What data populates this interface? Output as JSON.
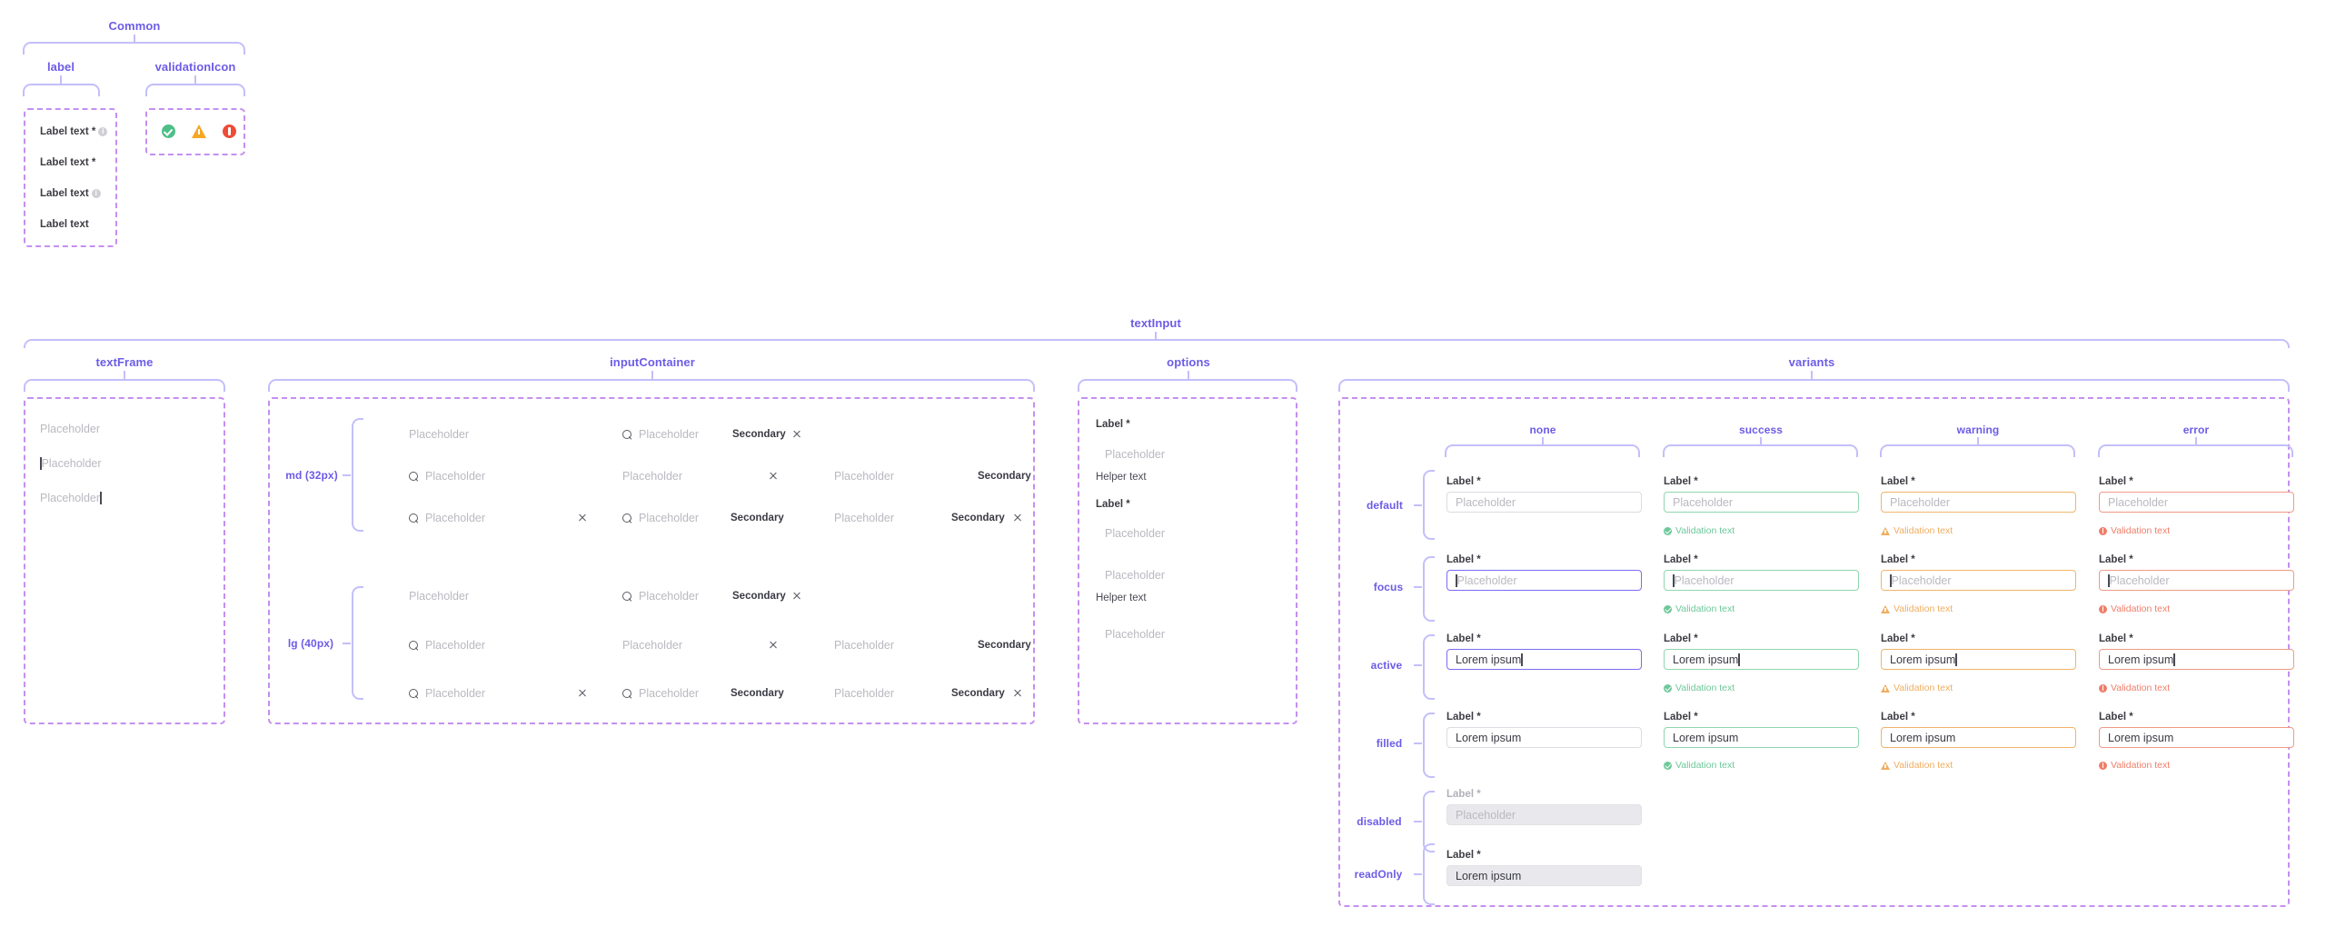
{
  "common": {
    "title": "Common",
    "groups": [
      {
        "title": "label"
      },
      {
        "title": "validationIcon"
      }
    ],
    "label_samples": [
      {
        "text": "Label text *",
        "info": true
      },
      {
        "text": "Label text *",
        "info": false
      },
      {
        "text": "Label text",
        "info": true
      },
      {
        "text": "Label text",
        "info": false
      }
    ],
    "validation_icons": [
      {
        "name": "success-check-icon",
        "color": "#4cbf87"
      },
      {
        "name": "warning-triangle-icon",
        "color": "#f5a623"
      },
      {
        "name": "error-exclamation-icon",
        "color": "#ef4b35"
      }
    ],
    "info_glyph": "i"
  },
  "textInput": {
    "title": "textInput",
    "sections": {
      "textFrame": {
        "title": "textFrame",
        "samples": [
          {
            "text": "Placeholder",
            "caret": "none"
          },
          {
            "text": "Placeholder",
            "caret": "before"
          },
          {
            "text": "Placeholder",
            "caret": "after"
          }
        ]
      },
      "inputContainer": {
        "title": "inputContainer",
        "sizes": [
          {
            "label": "md (32px)"
          },
          {
            "label": "lg (40px)"
          }
        ],
        "placeholder": "Placeholder",
        "secondary_label": "Secondary",
        "rows": [
          [
            {
              "search": false,
              "text": "Placeholder",
              "secondary": "",
              "clear": false
            },
            {
              "search": true,
              "text": "Placeholder",
              "secondary": "Secondary",
              "clear": true
            },
            {
              "search": false,
              "text": "",
              "secondary": "",
              "clear": false
            },
            {
              "search": false,
              "text": "",
              "secondary": "",
              "clear": false
            }
          ],
          [
            {
              "search": true,
              "text": "Placeholder",
              "secondary": "",
              "clear": false
            },
            {
              "search": false,
              "text": "Placeholder",
              "secondary": "",
              "clear": true
            },
            {
              "search": false,
              "text": "Placeholder",
              "secondary": "Secondary",
              "clear": false
            },
            {
              "search": false,
              "text": "",
              "secondary": "",
              "clear": false
            }
          ],
          [
            {
              "search": true,
              "text": "Placeholder",
              "secondary": "",
              "clear": true
            },
            {
              "search": true,
              "text": "Placeholder",
              "secondary": "Secondary",
              "clear": false
            },
            {
              "search": false,
              "text": "Placeholder",
              "secondary": "Secondary",
              "clear": true
            },
            {
              "search": false,
              "text": "",
              "secondary": "",
              "clear": false
            }
          ]
        ]
      },
      "options": {
        "title": "options",
        "items": [
          {
            "label": "Label *",
            "placeholder": "Placeholder",
            "helper": "Helper text"
          },
          {
            "label": "Label *",
            "placeholder": "Placeholder",
            "helper": ""
          },
          {
            "label": "",
            "placeholder": "Placeholder",
            "helper": "Helper text"
          },
          {
            "label": "",
            "placeholder": "Placeholder",
            "helper": ""
          }
        ]
      },
      "variants": {
        "title": "variants",
        "columns": [
          {
            "key": "none",
            "title": "none"
          },
          {
            "key": "success",
            "title": "success"
          },
          {
            "key": "warning",
            "title": "warning"
          },
          {
            "key": "error",
            "title": "error"
          }
        ],
        "rows": [
          {
            "key": "default",
            "title": "default"
          },
          {
            "key": "focus",
            "title": "focus"
          },
          {
            "key": "active",
            "title": "active"
          },
          {
            "key": "filled",
            "title": "filled"
          },
          {
            "key": "disabled",
            "title": "disabled"
          },
          {
            "key": "readOnly",
            "title": "readOnly"
          }
        ],
        "label": "Label *",
        "placeholder": "Placeholder",
        "filled_value": "Lorem ipsum",
        "validation_text": "Validation text",
        "cells": [
          {
            "row": "default",
            "fields": [
              {
                "col": "none",
                "state": "default",
                "value": "Placeholder",
                "filled": false,
                "caret": "none",
                "validation": ""
              },
              {
                "col": "success",
                "state": "success",
                "value": "Placeholder",
                "filled": false,
                "caret": "none",
                "validation": "Validation text"
              },
              {
                "col": "warning",
                "state": "warning",
                "value": "Placeholder",
                "filled": false,
                "caret": "none",
                "validation": "Validation text"
              },
              {
                "col": "error",
                "state": "error",
                "value": "Placeholder",
                "filled": false,
                "caret": "none",
                "validation": "Validation text"
              }
            ]
          },
          {
            "row": "focus",
            "fields": [
              {
                "col": "none",
                "state": "focus",
                "value": "Placeholder",
                "filled": false,
                "caret": "before",
                "validation": ""
              },
              {
                "col": "success",
                "state": "success",
                "value": "Placeholder",
                "filled": false,
                "caret": "before",
                "validation": "Validation text"
              },
              {
                "col": "warning",
                "state": "warning",
                "value": "Placeholder",
                "filled": false,
                "caret": "before",
                "validation": "Validation text"
              },
              {
                "col": "error",
                "state": "error",
                "value": "Placeholder",
                "filled": false,
                "caret": "before",
                "validation": "Validation text"
              }
            ]
          },
          {
            "row": "active",
            "fields": [
              {
                "col": "none",
                "state": "focus",
                "value": "Lorem ipsum",
                "filled": true,
                "caret": "after",
                "validation": ""
              },
              {
                "col": "success",
                "state": "success",
                "value": "Lorem ipsum",
                "filled": true,
                "caret": "after",
                "validation": "Validation text"
              },
              {
                "col": "warning",
                "state": "warning",
                "value": "Lorem ipsum",
                "filled": true,
                "caret": "after",
                "validation": "Validation text"
              },
              {
                "col": "error",
                "state": "error",
                "value": "Lorem ipsum",
                "filled": true,
                "caret": "after",
                "validation": "Validation text"
              }
            ]
          },
          {
            "row": "filled",
            "fields": [
              {
                "col": "none",
                "state": "default",
                "value": "Lorem ipsum",
                "filled": true,
                "caret": "none",
                "validation": ""
              },
              {
                "col": "success",
                "state": "success",
                "value": "Lorem ipsum",
                "filled": true,
                "caret": "none",
                "validation": "Validation text"
              },
              {
                "col": "warning",
                "state": "warning",
                "value": "Lorem ipsum",
                "filled": true,
                "caret": "none",
                "validation": "Validation text"
              },
              {
                "col": "error",
                "state": "error",
                "value": "Lorem ipsum",
                "filled": true,
                "caret": "none",
                "validation": "Validation text"
              }
            ]
          },
          {
            "row": "disabled",
            "fields": [
              {
                "col": "none",
                "state": "disabled",
                "value": "Placeholder",
                "filled": false,
                "caret": "none",
                "validation": ""
              }
            ]
          },
          {
            "row": "readOnly",
            "fields": [
              {
                "col": "none",
                "state": "readonly",
                "value": "Lorem ipsum",
                "filled": true,
                "caret": "none",
                "validation": ""
              }
            ]
          }
        ]
      }
    }
  },
  "colors": {
    "annotation": "#6c5ce7",
    "bracket": "#c3bffa",
    "dashed": "#c58ff0",
    "success": "#6ec89a",
    "warning": "#efae62",
    "error": "#ef7f6a",
    "focus": "#7b6cf0",
    "border": "#dcdce2",
    "disabled_bg": "#e9e9ed"
  }
}
